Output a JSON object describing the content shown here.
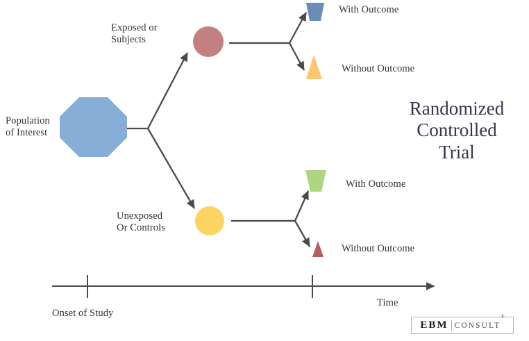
{
  "diagram": {
    "title": "Randomized\nControlled\nTrial",
    "background_color": "#ffffff",
    "line_color": "#4a4a4a",
    "text_color": "#32323c",
    "title_color": "#33374d"
  },
  "nodes": {
    "population": {
      "label": "Population\nof Interest",
      "shape": "octagon",
      "color": "#86aed6"
    },
    "exposed": {
      "label": "Exposed or\nSubjects",
      "shape": "circle",
      "color": "#c38080"
    },
    "unexposed": {
      "label": "Unexposed\nOr Controls",
      "shape": "circle",
      "color": "#fcd462"
    }
  },
  "outcomes": [
    {
      "label": "With Outcome",
      "shape": "trapezoid-down",
      "color": "#6b8cb4",
      "branch": "exposed"
    },
    {
      "label": "Without Outcome",
      "shape": "triangle-up",
      "color": "#fbc670",
      "branch": "exposed"
    },
    {
      "label": "With Outcome",
      "shape": "trapezoid-down",
      "color": "#aed581",
      "branch": "unexposed"
    },
    {
      "label": "Without Outcome",
      "shape": "triangle-up",
      "color": "#b05f5f",
      "branch": "unexposed"
    }
  ],
  "timeline": {
    "onset_label": "Onset of Study",
    "time_label": "Time",
    "ticks": 2
  },
  "logo": {
    "primary": "EBM",
    "secondary": "CONSULT",
    "registered": "®"
  }
}
